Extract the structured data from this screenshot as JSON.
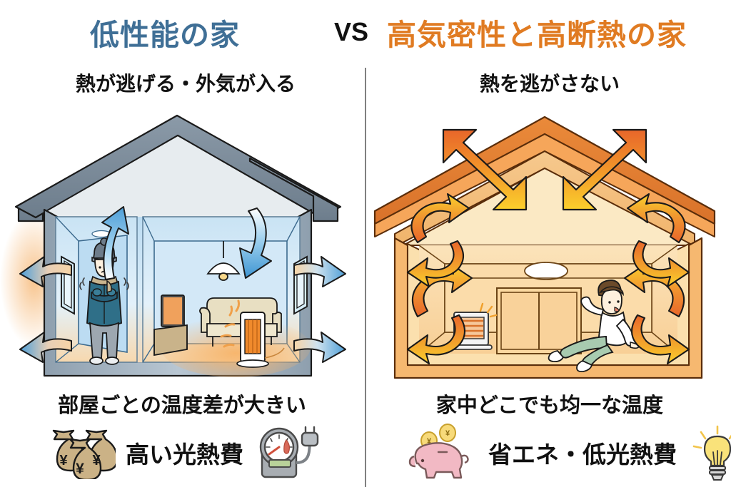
{
  "header": {
    "left_title": "低性能の家",
    "vs": "VS",
    "right_title": "高気密性と高断熱の家",
    "left_title_color": "#3f6f96",
    "right_title_color": "#e07b22",
    "vs_color": "#111111"
  },
  "subheads": {
    "left": "熱が逃げる・外気が入る",
    "right": "熱を逃がさない"
  },
  "left_panel": {
    "caption": "部屋ごとの温度差が大きい",
    "cost_label": "高い光熱費",
    "icons": {
      "money_bags": "money-bags-icon",
      "meter": "electricity-meter-icon"
    },
    "illustration": {
      "name": "low-performance-house-cutaway",
      "roof_color": "#7b8a99",
      "wall_color": "#9aa9b8",
      "interior_cold_color": "#cfe4f4",
      "arrow_color_out": "#5ba7dd",
      "arrow_color_warm": "#f3b87a",
      "person": "shivering-person",
      "person_coat_color": "#2f6f88",
      "person_hat_color": "#6d7c8a",
      "furniture": [
        "tv",
        "tv-stand",
        "sofa",
        "space-heater",
        "pendant-lamp",
        "ceiling-light"
      ],
      "arrows": [
        {
          "name": "roof-heat-escape-arrow",
          "direction": "up"
        },
        {
          "name": "roof-cold-air-intake-arrow",
          "direction": "down"
        },
        {
          "name": "left-wall-upper-leak-arrow",
          "direction": "out-left"
        },
        {
          "name": "left-wall-lower-leak-arrow",
          "direction": "out-left"
        },
        {
          "name": "right-wall-upper-leak-arrow",
          "direction": "out-right"
        },
        {
          "name": "right-wall-lower-leak-arrow",
          "direction": "out-right"
        }
      ]
    }
  },
  "right_panel": {
    "caption": "家中どこでも均一な温度",
    "cost_label": "省エネ・低光熱費",
    "icons": {
      "piggy_bank": "piggy-bank-icon",
      "lightbulb": "lightbulb-icon"
    },
    "illustration": {
      "name": "high-insulation-house-cutaway",
      "roof_color": "#e2812f",
      "insulation_color": "#f6cf95",
      "interior_warm_color": "#f8d9a8",
      "arrow_color_hot": "#e8692a",
      "arrow_color_warm": "#f6c22a",
      "person": "relaxed-person",
      "person_shirt_color": "#ffffff",
      "person_pants_color": "#a8cbb0",
      "furniture": [
        "sliding-door",
        "space-heater",
        "ceiling-light"
      ],
      "arrows": [
        {
          "name": "roof-reflect-arrow-left",
          "direction": "double"
        },
        {
          "name": "roof-reflect-arrow-right",
          "direction": "double"
        },
        {
          "name": "left-upper-circulation-arrow",
          "direction": "loop"
        },
        {
          "name": "left-lower-circulation-arrow",
          "direction": "loop"
        },
        {
          "name": "right-upper-circulation-arrow",
          "direction": "loop"
        },
        {
          "name": "right-lower-circulation-arrow",
          "direction": "loop"
        }
      ]
    }
  },
  "currency_symbol": "¥"
}
